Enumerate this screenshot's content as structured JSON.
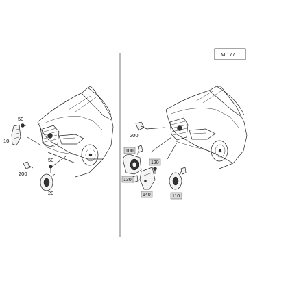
{
  "tag": "M 177",
  "left_labels": {
    "p10": "10",
    "p50": "50",
    "p200": "200",
    "p50b": "50",
    "p20": "20"
  },
  "right_labels": {
    "p200": "200",
    "p100": "100",
    "p120": "120",
    "p130": "130",
    "p140": "140",
    "p110": "110"
  }
}
